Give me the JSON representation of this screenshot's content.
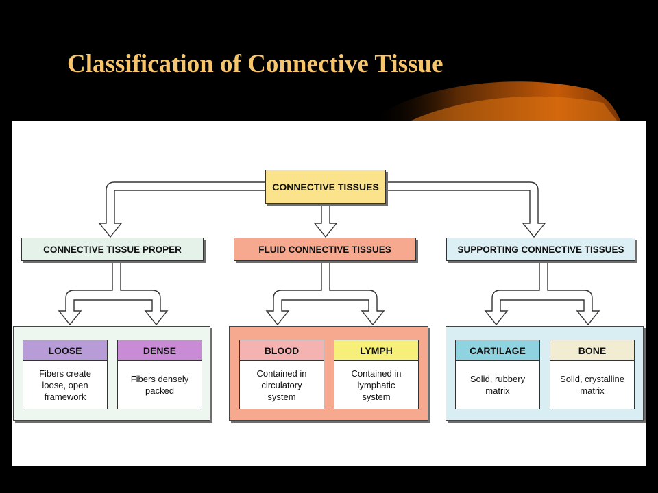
{
  "slide": {
    "title": "Classification of Connective Tissue"
  },
  "diagram": {
    "root": {
      "label": "CONNECTIVE TISSUES",
      "color": "#fbe38c"
    },
    "categories": [
      {
        "label": "CONNECTIVE TISSUE PROPER",
        "color": "#e4f2e9",
        "group_color": "#eef7ef",
        "items": [
          {
            "label": "LOOSE",
            "color": "#b79cd8",
            "description": "Fibers create\nloose, open\nframework"
          },
          {
            "label": "DENSE",
            "color": "#c98ad6",
            "description": "Fibers densely\npacked"
          }
        ]
      },
      {
        "label": "FLUID CONNECTIVE TISSUES",
        "color": "#f6a98f",
        "group_color": "#f6a98f",
        "items": [
          {
            "label": "BLOOD",
            "color": "#f4b3b0",
            "description": "Contained in\ncirculatory\nsystem"
          },
          {
            "label": "LYMPH",
            "color": "#f6f07a",
            "description": "Contained in\nlymphatic\nsystem"
          }
        ]
      },
      {
        "label": "SUPPORTING CONNECTIVE TISSUES",
        "color": "#dbeff4",
        "group_color": "#d9eef3",
        "items": [
          {
            "label": "CARTILAGE",
            "color": "#8fd3e0",
            "description": "Solid, rubbery\nmatrix"
          },
          {
            "label": "BONE",
            "color": "#f1ecd2",
            "description": "Solid, crystalline\nmatrix"
          }
        ]
      }
    ]
  }
}
